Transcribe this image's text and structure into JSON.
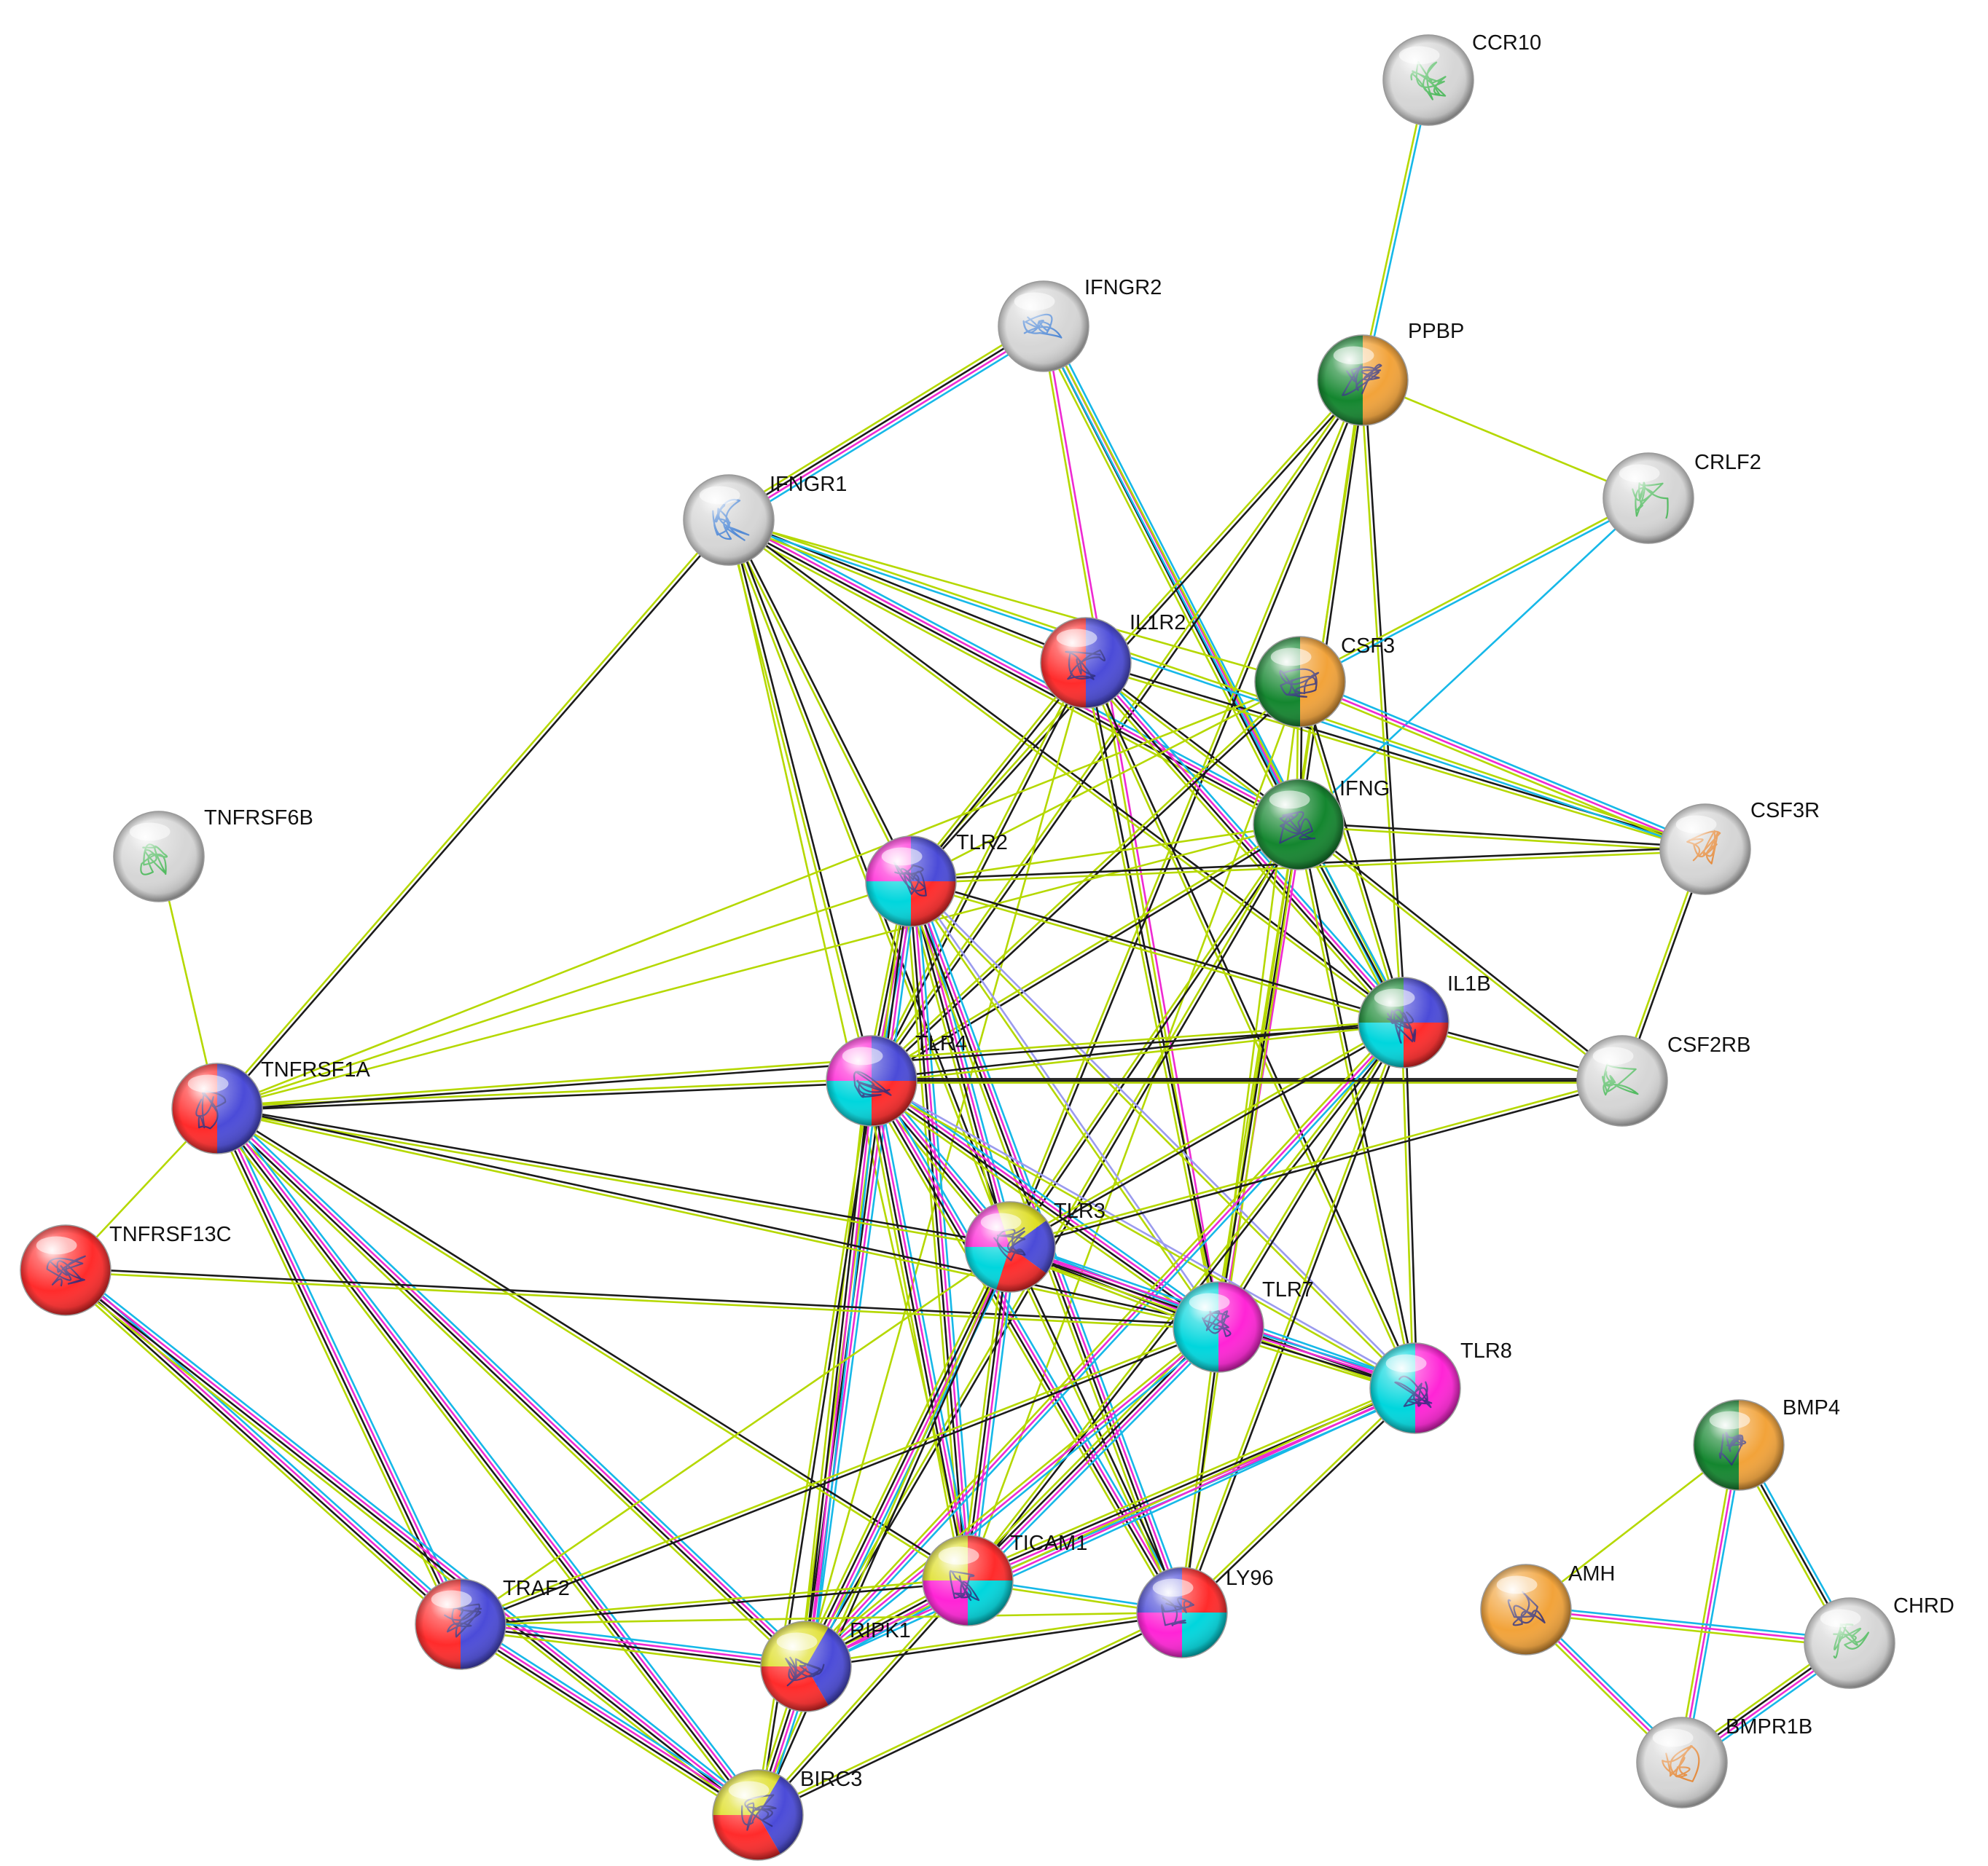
{
  "colors": {
    "red": "#ff2b2b",
    "blue": "#4b4bd8",
    "cyan": "#00d6dd",
    "magenta": "#ff24d6",
    "yellow": "#dede22",
    "green": "#14862f",
    "orange": "#f2a33a",
    "grey": "#d6d6d6",
    "edge_black": "#1b1b1b",
    "edge_green": "#b5d800",
    "edge_cyan": "#16b8e8",
    "edge_magenta": "#ee2ad2",
    "edge_lavender": "#9b9bee"
  },
  "nodes": [
    {
      "id": "CCR10",
      "label": "CCR10",
      "fill": [
        "grey"
      ]
    },
    {
      "id": "IFNGR2",
      "label": "IFNGR2",
      "fill": [
        "grey"
      ]
    },
    {
      "id": "PPBP",
      "label": "PPBP",
      "fill": [
        "green",
        "orange"
      ]
    },
    {
      "id": "CRLF2",
      "label": "CRLF2",
      "fill": [
        "grey"
      ]
    },
    {
      "id": "IFNGR1",
      "label": "IFNGR1",
      "fill": [
        "grey"
      ]
    },
    {
      "id": "IL1R2",
      "label": "IL1R2",
      "fill": [
        "red",
        "blue"
      ]
    },
    {
      "id": "CSF3",
      "label": "CSF3",
      "fill": [
        "green",
        "orange"
      ]
    },
    {
      "id": "IFNG",
      "label": "IFNG",
      "fill": [
        "green"
      ]
    },
    {
      "id": "CSF3R",
      "label": "CSF3R",
      "fill": [
        "grey"
      ]
    },
    {
      "id": "TNFRSF6B",
      "label": "TNFRSF6B",
      "fill": [
        "grey"
      ]
    },
    {
      "id": "TLR2",
      "label": "TLR2",
      "fill": [
        "magenta",
        "blue",
        "red",
        "cyan"
      ]
    },
    {
      "id": "IL1B",
      "label": "IL1B",
      "fill": [
        "green",
        "blue",
        "red",
        "cyan"
      ]
    },
    {
      "id": "CSF2RB",
      "label": "CSF2RB",
      "fill": [
        "grey"
      ]
    },
    {
      "id": "TNFRSF1A",
      "label": "TNFRSF1A",
      "fill": [
        "red",
        "blue"
      ]
    },
    {
      "id": "TLR4",
      "label": "TLR4",
      "fill": [
        "magenta",
        "blue",
        "red",
        "cyan"
      ]
    },
    {
      "id": "TNFRSF13C",
      "label": "TNFRSF13C",
      "fill": [
        "red"
      ]
    },
    {
      "id": "TLR3",
      "label": "TLR3",
      "fill": [
        "magenta",
        "yellow",
        "blue",
        "red",
        "cyan"
      ]
    },
    {
      "id": "TLR7",
      "label": "TLR7",
      "fill": [
        "cyan",
        "magenta"
      ]
    },
    {
      "id": "TLR8",
      "label": "TLR8",
      "fill": [
        "cyan",
        "magenta"
      ]
    },
    {
      "id": "BMP4",
      "label": "BMP4",
      "fill": [
        "green",
        "orange"
      ]
    },
    {
      "id": "AMH",
      "label": "AMH",
      "fill": [
        "orange"
      ]
    },
    {
      "id": "CHRD",
      "label": "CHRD",
      "fill": [
        "grey"
      ]
    },
    {
      "id": "TICAM1",
      "label": "TICAM1",
      "fill": [
        "yellow",
        "red",
        "cyan",
        "magenta"
      ]
    },
    {
      "id": "LY96",
      "label": "LY96",
      "fill": [
        "blue",
        "red",
        "cyan",
        "magenta"
      ]
    },
    {
      "id": "TRAF2",
      "label": "TRAF2",
      "fill": [
        "red",
        "blue"
      ]
    },
    {
      "id": "RIPK1",
      "label": "RIPK1",
      "fill": [
        "yellow",
        "blue",
        "red"
      ]
    },
    {
      "id": "BMPR1B",
      "label": "BMPR1B",
      "fill": [
        "grey"
      ]
    },
    {
      "id": "BIRC3",
      "label": "BIRC3",
      "fill": [
        "yellow",
        "blue",
        "red"
      ]
    }
  ],
  "edges": [
    {
      "from": "CCR10",
      "to": "PPBP",
      "types": [
        "cyan",
        "green"
      ]
    },
    {
      "from": "IFNGR2",
      "to": "IFNGR1",
      "types": [
        "cyan",
        "magenta",
        "black",
        "green"
      ]
    },
    {
      "from": "IFNGR2",
      "to": "IFNG",
      "types": [
        "cyan",
        "magenta",
        "black",
        "green"
      ]
    },
    {
      "from": "IFNGR2",
      "to": "IL1B",
      "types": [
        "green",
        "cyan"
      ]
    },
    {
      "from": "IFNGR2",
      "to": "TLR7",
      "types": [
        "magenta",
        "green"
      ]
    },
    {
      "from": "PPBP",
      "to": "CRLF2",
      "types": [
        "green"
      ]
    },
    {
      "from": "PPBP",
      "to": "TLR2",
      "types": [
        "black",
        "green"
      ]
    },
    {
      "from": "PPBP",
      "to": "TLR4",
      "types": [
        "black",
        "green"
      ]
    },
    {
      "from": "PPBP",
      "to": "IFNG",
      "types": [
        "black",
        "green"
      ]
    },
    {
      "from": "PPBP",
      "to": "IL1B",
      "types": [
        "black",
        "green"
      ]
    },
    {
      "from": "PPBP",
      "to": "TLR3",
      "types": [
        "black",
        "green"
      ]
    },
    {
      "from": "PPBP",
      "to": "TLR7",
      "types": [
        "green"
      ]
    },
    {
      "from": "CRLF2",
      "to": "CSF3",
      "types": [
        "cyan",
        "green"
      ]
    },
    {
      "from": "CRLF2",
      "to": "IFNG",
      "types": [
        "cyan"
      ]
    },
    {
      "from": "IFNGR1",
      "to": "IFNG",
      "types": [
        "cyan",
        "magenta",
        "black",
        "green"
      ]
    },
    {
      "from": "IFNGR1",
      "to": "IL1R2",
      "types": [
        "black",
        "green"
      ]
    },
    {
      "from": "IFNGR1",
      "to": "TNFRSF1A",
      "types": [
        "black",
        "green"
      ]
    },
    {
      "from": "IFNGR1",
      "to": "TLR2",
      "types": [
        "black",
        "green"
      ]
    },
    {
      "from": "IFNGR1",
      "to": "TLR4",
      "types": [
        "black",
        "green"
      ]
    },
    {
      "from": "IFNGR1",
      "to": "IL1B",
      "types": [
        "black",
        "green"
      ]
    },
    {
      "from": "IFNGR1",
      "to": "TLR3",
      "types": [
        "black",
        "green"
      ]
    },
    {
      "from": "IFNGR1",
      "to": "CSF3",
      "types": [
        "green"
      ]
    },
    {
      "from": "IFNGR1",
      "to": "TICAM1",
      "types": [
        "green"
      ]
    },
    {
      "from": "IL1R2",
      "to": "IL1B",
      "types": [
        "cyan",
        "magenta",
        "black",
        "green"
      ]
    },
    {
      "from": "IL1R2",
      "to": "TLR2",
      "types": [
        "black",
        "green"
      ]
    },
    {
      "from": "IL1R2",
      "to": "TLR4",
      "types": [
        "black",
        "green"
      ]
    },
    {
      "from": "IL1R2",
      "to": "CSF3R",
      "types": [
        "black",
        "green"
      ]
    },
    {
      "from": "IL1R2",
      "to": "TLR8",
      "types": [
        "black",
        "green"
      ]
    },
    {
      "from": "IL1R2",
      "to": "IFNG",
      "types": [
        "black",
        "green"
      ]
    },
    {
      "from": "IL1R2",
      "to": "TLR7",
      "types": [
        "black",
        "green"
      ]
    },
    {
      "from": "IL1R2",
      "to": "RIPK1",
      "types": [
        "green"
      ]
    },
    {
      "from": "CSF3",
      "to": "CSF3R",
      "types": [
        "cyan",
        "magenta",
        "green"
      ]
    },
    {
      "from": "CSF3",
      "to": "IFNG",
      "types": [
        "black",
        "green"
      ]
    },
    {
      "from": "CSF3",
      "to": "IL1B",
      "types": [
        "black",
        "green"
      ]
    },
    {
      "from": "CSF3",
      "to": "TLR4",
      "types": [
        "black",
        "green"
      ]
    },
    {
      "from": "CSF3",
      "to": "TLR2",
      "types": [
        "green"
      ]
    },
    {
      "from": "CSF3",
      "to": "TNFRSF1A",
      "types": [
        "green"
      ]
    },
    {
      "from": "CSF3",
      "to": "TLR7",
      "types": [
        "green"
      ]
    },
    {
      "from": "CSF3",
      "to": "TICAM1",
      "types": [
        "green"
      ]
    },
    {
      "from": "IFNG",
      "to": "IL1B",
      "types": [
        "cyan",
        "black",
        "green"
      ]
    },
    {
      "from": "IFNG",
      "to": "TLR4",
      "types": [
        "black",
        "green"
      ]
    },
    {
      "from": "IFNG",
      "to": "TLR2",
      "types": [
        "green"
      ]
    },
    {
      "from": "IFNG",
      "to": "TLR3",
      "types": [
        "black",
        "green"
      ]
    },
    {
      "from": "IFNG",
      "to": "TLR7",
      "types": [
        "magenta",
        "black",
        "green"
      ]
    },
    {
      "from": "IFNG",
      "to": "TLR8",
      "types": [
        "black",
        "green"
      ]
    },
    {
      "from": "IFNG",
      "to": "TNFRSF1A",
      "types": [
        "green"
      ]
    },
    {
      "from": "IFNG",
      "to": "CSF3R",
      "types": [
        "black",
        "green"
      ]
    },
    {
      "from": "IFNG",
      "to": "CSF2RB",
      "types": [
        "black",
        "green"
      ]
    },
    {
      "from": "IFNG",
      "to": "RIPK1",
      "types": [
        "black",
        "green"
      ]
    },
    {
      "from": "IFNG",
      "to": "LY96",
      "types": [
        "green"
      ]
    },
    {
      "from": "CSF3R",
      "to": "CSF2RB",
      "types": [
        "black",
        "green"
      ]
    },
    {
      "from": "CSF3R",
      "to": "IFNGR1",
      "types": [
        "cyan",
        "green"
      ]
    },
    {
      "from": "TNFRSF6B",
      "to": "TNFRSF1A",
      "types": [
        "green"
      ]
    },
    {
      "from": "TLR2",
      "to": "TLR4",
      "types": [
        "cyan",
        "magenta",
        "black",
        "green"
      ]
    },
    {
      "from": "TLR2",
      "to": "IL1B",
      "types": [
        "black",
        "green"
      ]
    },
    {
      "from": "TLR2",
      "to": "TLR3",
      "types": [
        "cyan",
        "magenta",
        "black",
        "green"
      ]
    },
    {
      "from": "TLR2",
      "to": "TLR7",
      "types": [
        "lavender",
        "green"
      ]
    },
    {
      "from": "TLR2",
      "to": "TLR8",
      "types": [
        "lavender",
        "green"
      ]
    },
    {
      "from": "TLR2",
      "to": "TICAM1",
      "types": [
        "cyan",
        "magenta",
        "black",
        "green"
      ]
    },
    {
      "from": "TLR2",
      "to": "LY96",
      "types": [
        "cyan",
        "magenta",
        "black",
        "green"
      ]
    },
    {
      "from": "TLR2",
      "to": "RIPK1",
      "types": [
        "cyan",
        "magenta",
        "black",
        "green"
      ]
    },
    {
      "from": "TLR2",
      "to": "TNFRSF1A",
      "types": [
        "green"
      ]
    },
    {
      "from": "TLR2",
      "to": "CSF3R",
      "types": [
        "black",
        "green"
      ]
    },
    {
      "from": "TLR4",
      "to": "TNFRSF1A",
      "types": [
        "black",
        "green"
      ]
    },
    {
      "from": "TLR4",
      "to": "IL1B",
      "types": [
        "black",
        "green"
      ]
    },
    {
      "from": "TLR4",
      "to": "TLR3",
      "types": [
        "cyan",
        "magenta",
        "black",
        "green"
      ]
    },
    {
      "from": "TLR4",
      "to": "TLR7",
      "types": [
        "cyan",
        "magenta",
        "black",
        "green"
      ]
    },
    {
      "from": "TLR4",
      "to": "TLR8",
      "types": [
        "lavender",
        "green"
      ]
    },
    {
      "from": "TLR4",
      "to": "TICAM1",
      "types": [
        "cyan",
        "magenta",
        "black",
        "green"
      ]
    },
    {
      "from": "TLR4",
      "to": "LY96",
      "types": [
        "cyan",
        "magenta",
        "black",
        "green"
      ]
    },
    {
      "from": "TLR4",
      "to": "RIPK1",
      "types": [
        "cyan",
        "magenta",
        "black",
        "green"
      ]
    },
    {
      "from": "TLR4",
      "to": "BIRC3",
      "types": [
        "black",
        "green"
      ]
    },
    {
      "from": "TLR4",
      "to": "CSF2RB",
      "types": [
        "black",
        "green"
      ]
    },
    {
      "from": "IL1B",
      "to": "CSF2RB",
      "types": [
        "black",
        "green"
      ]
    },
    {
      "from": "IL1B",
      "to": "TNFRSF1A",
      "types": [
        "black",
        "green"
      ]
    },
    {
      "from": "IL1B",
      "to": "TLR3",
      "types": [
        "black",
        "green"
      ]
    },
    {
      "from": "IL1B",
      "to": "TLR7",
      "types": [
        "black",
        "green"
      ]
    },
    {
      "from": "IL1B",
      "to": "TLR8",
      "types": [
        "black",
        "green"
      ]
    },
    {
      "from": "IL1B",
      "to": "TICAM1",
      "types": [
        "black",
        "green"
      ]
    },
    {
      "from": "IL1B",
      "to": "LY96",
      "types": [
        "black",
        "green"
      ]
    },
    {
      "from": "IL1B",
      "to": "RIPK1",
      "types": [
        "cyan",
        "magenta",
        "green"
      ]
    },
    {
      "from": "CSF2RB",
      "to": "TLR3",
      "types": [
        "black",
        "green"
      ]
    },
    {
      "from": "CSF2RB",
      "to": "TLR4",
      "types": [
        "black"
      ]
    },
    {
      "from": "TNFRSF1A",
      "to": "TNFRSF13C",
      "types": [
        "green"
      ]
    },
    {
      "from": "TNFRSF1A",
      "to": "TRAF2",
      "types": [
        "cyan",
        "magenta",
        "black",
        "green"
      ]
    },
    {
      "from": "TNFRSF1A",
      "to": "RIPK1",
      "types": [
        "cyan",
        "magenta",
        "black",
        "green"
      ]
    },
    {
      "from": "TNFRSF1A",
      "to": "BIRC3",
      "types": [
        "cyan",
        "magenta",
        "black",
        "green"
      ]
    },
    {
      "from": "TNFRSF1A",
      "to": "TLR3",
      "types": [
        "black",
        "green"
      ]
    },
    {
      "from": "TNFRSF1A",
      "to": "TLR7",
      "types": [
        "black",
        "green"
      ]
    },
    {
      "from": "TNFRSF1A",
      "to": "TICAM1",
      "types": [
        "black",
        "green"
      ]
    },
    {
      "from": "TNFRSF13C",
      "to": "TRAF2",
      "types": [
        "cyan",
        "magenta",
        "black",
        "green"
      ]
    },
    {
      "from": "TNFRSF13C",
      "to": "BIRC3",
      "types": [
        "cyan",
        "magenta",
        "black",
        "green"
      ]
    },
    {
      "from": "TNFRSF13C",
      "to": "TLR7",
      "types": [
        "black",
        "green"
      ]
    },
    {
      "from": "TLR3",
      "to": "TLR7",
      "types": [
        "cyan",
        "magenta",
        "black",
        "green"
      ]
    },
    {
      "from": "TLR3",
      "to": "TLR8",
      "types": [
        "cyan",
        "magenta",
        "black",
        "green"
      ]
    },
    {
      "from": "TLR3",
      "to": "TICAM1",
      "types": [
        "cyan",
        "magenta",
        "black",
        "green"
      ]
    },
    {
      "from": "TLR3",
      "to": "LY96",
      "types": [
        "black",
        "green"
      ]
    },
    {
      "from": "TLR3",
      "to": "RIPK1",
      "types": [
        "cyan",
        "magenta",
        "black",
        "green"
      ]
    },
    {
      "from": "TLR3",
      "to": "BIRC3",
      "types": [
        "black",
        "green"
      ]
    },
    {
      "from": "TLR3",
      "to": "TRAF2",
      "types": [
        "green"
      ]
    },
    {
      "from": "TLR7",
      "to": "TLR8",
      "types": [
        "cyan",
        "magenta",
        "black",
        "green"
      ]
    },
    {
      "from": "TLR7",
      "to": "TICAM1",
      "types": [
        "cyan",
        "magenta",
        "black",
        "green"
      ]
    },
    {
      "from": "TLR7",
      "to": "LY96",
      "types": [
        "black",
        "green"
      ]
    },
    {
      "from": "TLR7",
      "to": "RIPK1",
      "types": [
        "cyan",
        "magenta",
        "green"
      ]
    },
    {
      "from": "TLR7",
      "to": "TRAF2",
      "types": [
        "black",
        "green"
      ]
    },
    {
      "from": "TLR8",
      "to": "TICAM1",
      "types": [
        "cyan",
        "magenta",
        "black",
        "green"
      ]
    },
    {
      "from": "TLR8",
      "to": "LY96",
      "types": [
        "black",
        "green"
      ]
    },
    {
      "from": "TLR8",
      "to": "RIPK1",
      "types": [
        "cyan",
        "magenta",
        "green"
      ]
    },
    {
      "from": "TICAM1",
      "to": "RIPK1",
      "types": [
        "cyan",
        "magenta",
        "black",
        "green"
      ]
    },
    {
      "from": "TICAM1",
      "to": "LY96",
      "types": [
        "cyan",
        "green"
      ]
    },
    {
      "from": "TICAM1",
      "to": "BIRC3",
      "types": [
        "black",
        "green"
      ]
    },
    {
      "from": "TICAM1",
      "to": "TRAF2",
      "types": [
        "black",
        "green"
      ]
    },
    {
      "from": "LY96",
      "to": "RIPK1",
      "types": [
        "black",
        "green"
      ]
    },
    {
      "from": "LY96",
      "to": "BIRC3",
      "types": [
        "black",
        "green"
      ]
    },
    {
      "from": "LY96",
      "to": "TRAF2",
      "types": [
        "green"
      ]
    },
    {
      "from": "TRAF2",
      "to": "RIPK1",
      "types": [
        "cyan",
        "magenta",
        "black",
        "green"
      ]
    },
    {
      "from": "TRAF2",
      "to": "BIRC3",
      "types": [
        "cyan",
        "magenta",
        "black",
        "green"
      ]
    },
    {
      "from": "RIPK1",
      "to": "BIRC3",
      "types": [
        "cyan",
        "magenta",
        "black",
        "green"
      ]
    },
    {
      "from": "BMP4",
      "to": "AMH",
      "types": [
        "green"
      ]
    },
    {
      "from": "BMP4",
      "to": "CHRD",
      "types": [
        "cyan",
        "black",
        "green"
      ]
    },
    {
      "from": "BMP4",
      "to": "BMPR1B",
      "types": [
        "cyan",
        "magenta",
        "green"
      ]
    },
    {
      "from": "AMH",
      "to": "CHRD",
      "types": [
        "cyan",
        "magenta",
        "green"
      ]
    },
    {
      "from": "AMH",
      "to": "BMPR1B",
      "types": [
        "cyan",
        "magenta",
        "green"
      ]
    },
    {
      "from": "CHRD",
      "to": "BMPR1B",
      "types": [
        "cyan",
        "magenta",
        "black",
        "green"
      ]
    }
  ]
}
